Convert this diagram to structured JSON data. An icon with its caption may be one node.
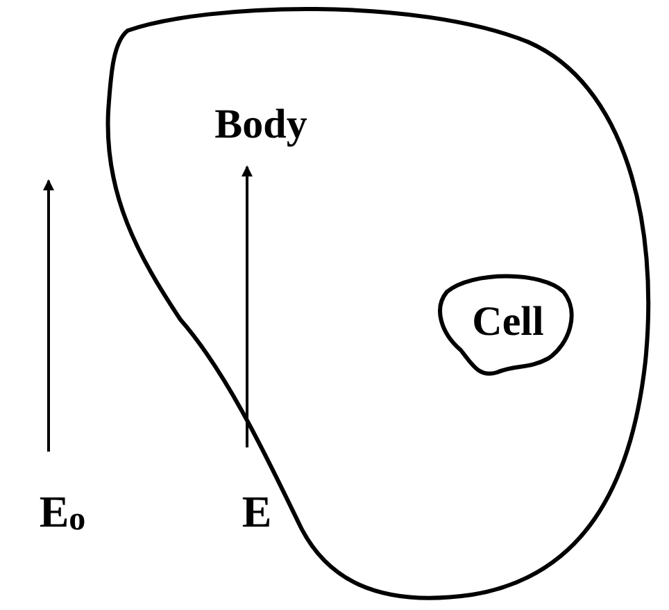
{
  "diagram": {
    "nodes": [
      {
        "text": [
          "Body"
        ]
      },
      {
        "text": [
          "Cell"
        ],
        "in": 0
      }
    ],
    "labels": [
      "E$_{o}$",
      "E"
    ]
  }
}
